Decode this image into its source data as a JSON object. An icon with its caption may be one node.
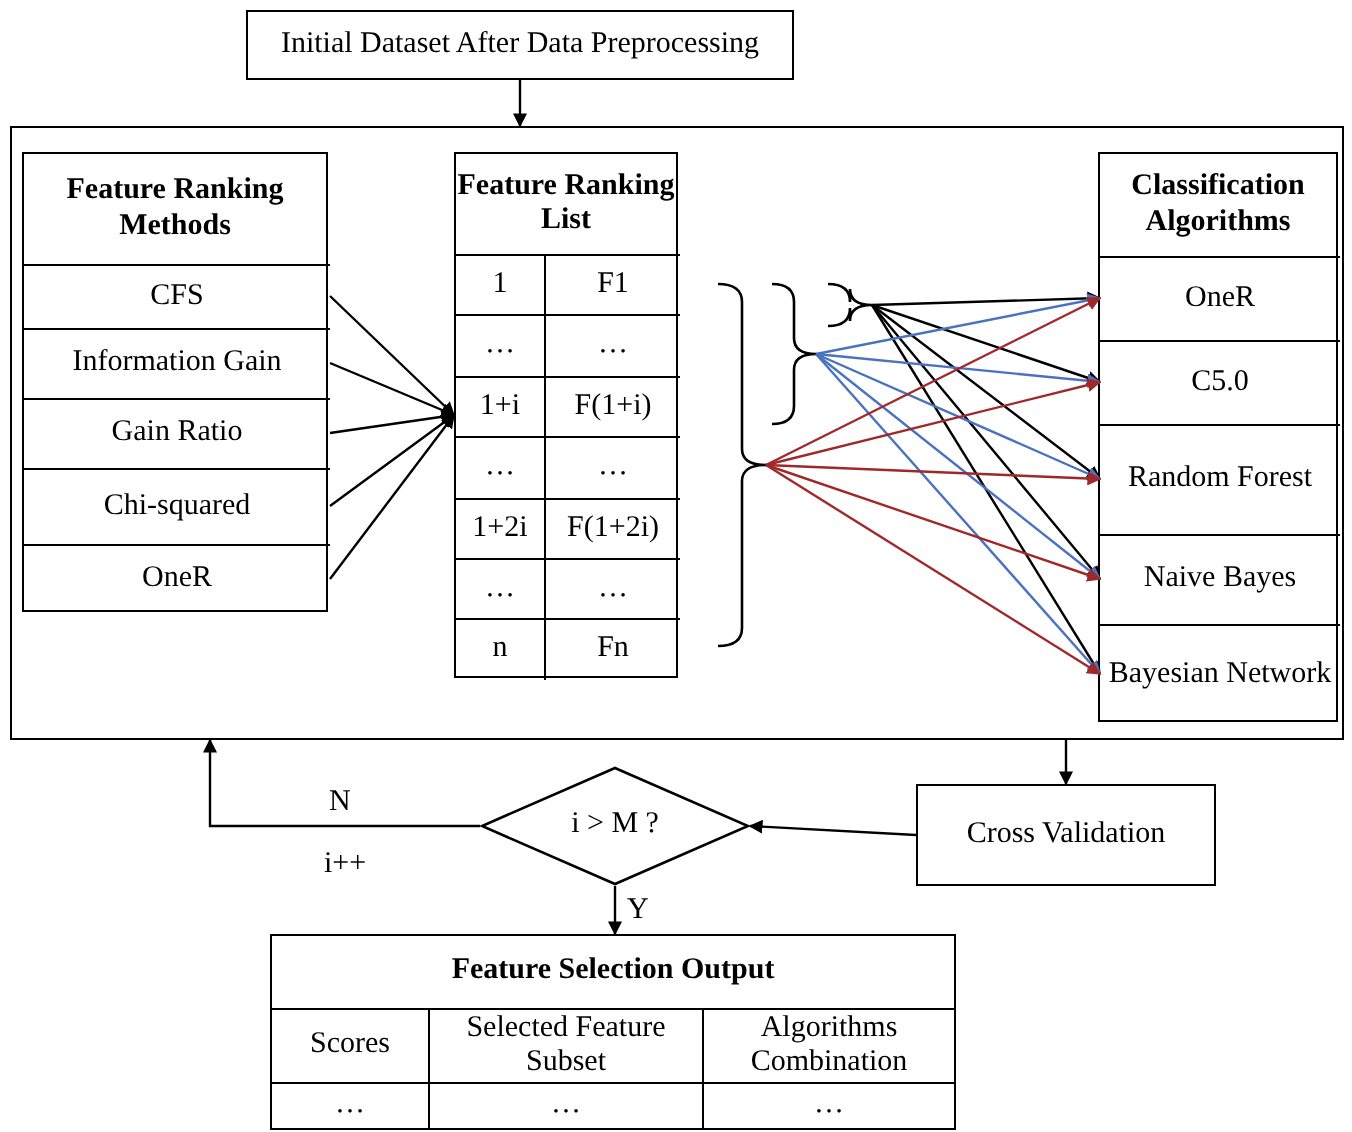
{
  "diagram": {
    "nodes": [
      {
        "text": [
          "Initial Dataset After Data Preprocessing"
        ]
      },
      {
        "text": [],
        "shape": "box"
      },
      {
        "text": [
          "Feature Ranking Methods"
        ],
        "in": 1
      },
      {
        "text": [
          "CFS"
        ],
        "in": 2
      },
      {
        "text": [
          "Information Gain"
        ],
        "in": 2
      },
      {
        "text": [
          "Gain Ratio"
        ],
        "in": 2
      },
      {
        "text": [
          "Chi-squared"
        ],
        "in": 2
      },
      {
        "text": [
          "OneR"
        ],
        "in": 2
      },
      {
        "text": [
          "Feature Ranking List"
        ],
        "in": 1
      },
      {
        "text": [],
        "shape": "brace",
        "in": 1
      },
      {
        "text": [],
        "shape": "brace",
        "in": 1
      },
      {
        "text": [],
        "shape": "brace",
        "in": 1
      },
      {
        "text": [
          "Classification Algorithms"
        ],
        "in": 1
      },
      {
        "text": [
          "OneR"
        ],
        "in": 12
      },
      {
        "text": [
          "C5.0"
        ],
        "in": 12
      },
      {
        "text": [
          "Random Forest"
        ],
        "in": 12
      },
      {
        "text": [
          "Naive Bayes"
        ],
        "in": 12
      },
      {
        "text": [
          "Bayesian Network"
        ],
        "in": 12
      },
      {
        "text": [
          "i > M ?"
        ]
      },
      {
        "text": [
          "Cross Validation"
        ]
      },
      {
        "text": [
          "Feature Selection Output"
        ]
      }
    ],
    "edges": [
      {
        "from": 0,
        "to": 1,
        "arrow": "to"
      },
      {
        "from": 3,
        "to": 8,
        "arrow": "to"
      },
      {
        "from": 4,
        "to": 8,
        "arrow": "to"
      },
      {
        "from": 5,
        "to": 8,
        "arrow": "to"
      },
      {
        "from": 6,
        "to": 8,
        "arrow": "to"
      },
      {
        "from": 7,
        "to": 8,
        "arrow": "to"
      },
      {
        "from": 11,
        "to": 13,
        "arrow": "to",
        "color": "#000000"
      },
      {
        "from": 11,
        "to": 14,
        "arrow": "to",
        "color": "#000000"
      },
      {
        "from": 11,
        "to": 15,
        "arrow": "to",
        "color": "#000000"
      },
      {
        "from": 11,
        "to": 16,
        "arrow": "to",
        "color": "#000000"
      },
      {
        "from": 11,
        "to": 17,
        "arrow": "to",
        "color": "#000000"
      },
      {
        "from": 10,
        "to": 13,
        "arrow": "to",
        "color": "#4a72c0"
      },
      {
        "from": 10,
        "to": 14,
        "arrow": "to",
        "color": "#4a72c0"
      },
      {
        "from": 10,
        "to": 15,
        "arrow": "to",
        "color": "#4a72c0"
      },
      {
        "from": 10,
        "to": 16,
        "arrow": "to",
        "color": "#4a72c0"
      },
      {
        "from": 10,
        "to": 17,
        "arrow": "to",
        "color": "#4a72c0"
      },
      {
        "from": 9,
        "to": 13,
        "arrow": "to",
        "color": "#a0282a"
      },
      {
        "from": 9,
        "to": 14,
        "arrow": "to",
        "color": "#a0282a"
      },
      {
        "from": 9,
        "to": 15,
        "arrow": "to",
        "color": "#a0282a"
      },
      {
        "from": 9,
        "to": 16,
        "arrow": "to",
        "color": "#a0282a"
      },
      {
        "from": 9,
        "to": 17,
        "arrow": "to",
        "color": "#a0282a"
      },
      {
        "from": 1,
        "to": 19,
        "arrow": "to"
      },
      {
        "from": 19,
        "to": 18,
        "arrow": "to"
      },
      {
        "from": 18,
        "to": 1,
        "arrow": "to",
        "label": "N"
      },
      {
        "from": 18,
        "to": 20,
        "arrow": "to",
        "label": "Y"
      }
    ],
    "labels": [
      "1",
      "F1",
      "…",
      "…",
      "1+i",
      "F(1+i)",
      "…",
      "…",
      "1+2i",
      "F(1+2i)",
      "…",
      "…",
      "n",
      "Fn",
      "Scores",
      "Selected Feature Subset",
      "Algorithms Combination",
      "…",
      "…",
      "…",
      "i++"
    ]
  }
}
